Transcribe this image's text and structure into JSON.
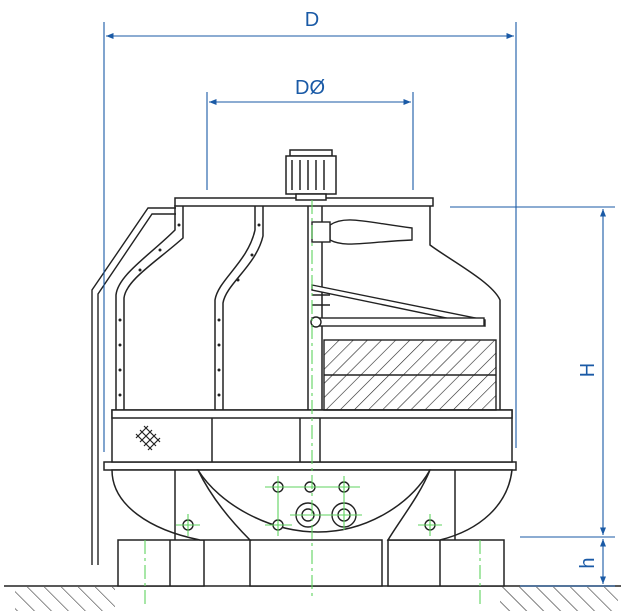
{
  "labels": {
    "overall_diameter": "D",
    "fan_diameter": "DØ",
    "height": "H",
    "base_height": "h"
  },
  "colors": {
    "outline": "#222222",
    "dimension": "#1a5aa6",
    "centerline": "#5fd35f",
    "background": "#ffffff"
  }
}
